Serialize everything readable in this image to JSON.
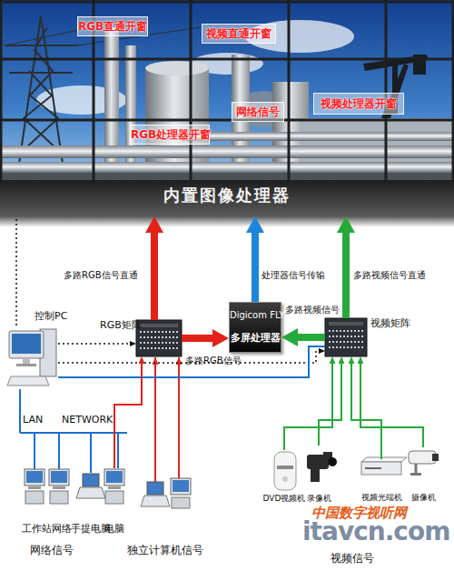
{
  "diagram": {
    "nodes": [
      {
        "text": [
          "内置图像处理器"
        ]
      },
      {
        "text": [
          "RGB直通开窗"
        ],
        "in": 0
      },
      {
        "text": [
          "视频直通开窗"
        ],
        "in": 0
      },
      {
        "text": [
          "视频处理器开窗"
        ],
        "in": 0
      },
      {
        "text": [
          "网络信号"
        ],
        "in": 0
      },
      {
        "text": [
          "RGB处理器开窗"
        ],
        "in": 0
      },
      {
        "text": [
          "控制PC"
        ]
      },
      {
        "text": [
          "RGB矩阵"
        ]
      },
      {
        "text": [
          "Digicom FLY",
          "多屏处理器"
        ]
      },
      {
        "text": [
          "视频矩阵"
        ]
      },
      {
        "text": [
          "工作站网络"
        ]
      },
      {
        "text": [
          "手提电脑"
        ]
      },
      {
        "text": [
          "电脑"
        ]
      },
      {
        "text": [
          "DVD视频机"
        ]
      },
      {
        "text": [
          "录像机"
        ]
      },
      {
        "text": [
          "视频光端机"
        ]
      },
      {
        "text": [
          "摄像机"
        ]
      }
    ],
    "edges": [
      {
        "from": 6,
        "to": 7,
        "arrow": "to"
      },
      {
        "from": 6,
        "to": 9,
        "arrow": "to"
      },
      {
        "from": 6,
        "to": 9,
        "arrow": "none"
      },
      {
        "from": 7,
        "to": 8,
        "arrow": "to",
        "label": "多路RGB信号"
      },
      {
        "from": 9,
        "to": 8,
        "arrow": "to",
        "label": "多路视频信号"
      },
      {
        "from": 7,
        "to": 0,
        "arrow": "to",
        "label": "多路RGB信号直通"
      },
      {
        "from": 8,
        "to": 0,
        "arrow": "to",
        "label": "处理器信号传输"
      },
      {
        "from": 9,
        "to": 0,
        "arrow": "to",
        "label": "多路视频信号直通"
      },
      {
        "from": 12,
        "to": 7,
        "arrow": "to"
      },
      {
        "from": 13,
        "to": 9,
        "arrow": "to"
      },
      {
        "from": 14,
        "to": 9,
        "arrow": "to"
      },
      {
        "from": 15,
        "to": 9,
        "arrow": "to"
      },
      {
        "from": 16,
        "to": 9,
        "arrow": "to"
      },
      {
        "from": 6,
        "to": 0,
        "arrow": "none"
      }
    ],
    "labels": [
      "LAN",
      "NETWORK",
      "网络信号",
      "独立计算机信号",
      "视频信号",
      "中国数字视听网",
      "itavcn.com"
    ]
  }
}
